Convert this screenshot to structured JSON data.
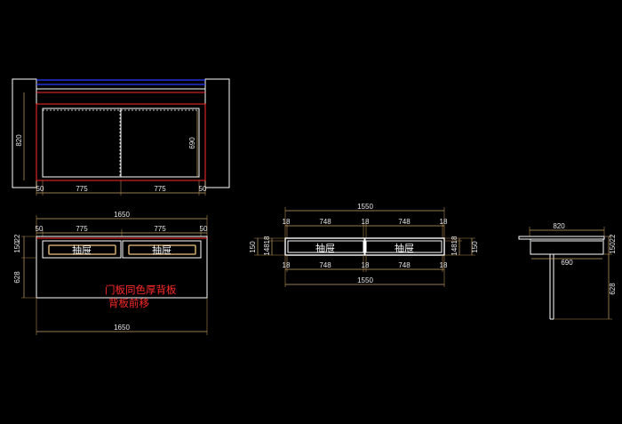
{
  "views": {
    "top_plan": {
      "dims_bottom": [
        "50",
        "775",
        "775",
        "50"
      ],
      "dim_left": "820",
      "dim_inner": "690"
    },
    "front_elevation": {
      "dim_total_top": "1650",
      "dims_top": [
        "50",
        "775",
        "775",
        "50"
      ],
      "dim_total_bottom": "1650",
      "dims_left": [
        "150",
        "22",
        "628"
      ],
      "drawer_labels": [
        "抽屉",
        "抽屉"
      ],
      "notes": [
        "门板同色厚背板",
        "背板前移"
      ]
    },
    "drawer_detail": {
      "dim_total_top": "1550",
      "dims_top": [
        "18",
        "748",
        "18",
        "748",
        "18"
      ],
      "dims_bottom": [
        "18",
        "748",
        "18",
        "748",
        "18"
      ],
      "dim_total_bottom": "1550",
      "dim_left": "150",
      "dims_left_small": [
        "18",
        "148"
      ],
      "dim_right": "150",
      "dims_right_small": [
        "18",
        "148"
      ],
      "drawer_labels": [
        "抽屉",
        "抽屉"
      ]
    },
    "side_section": {
      "dim_top": "820",
      "dim_inner": "690",
      "dims_right": [
        "150",
        "22",
        "628"
      ]
    }
  }
}
